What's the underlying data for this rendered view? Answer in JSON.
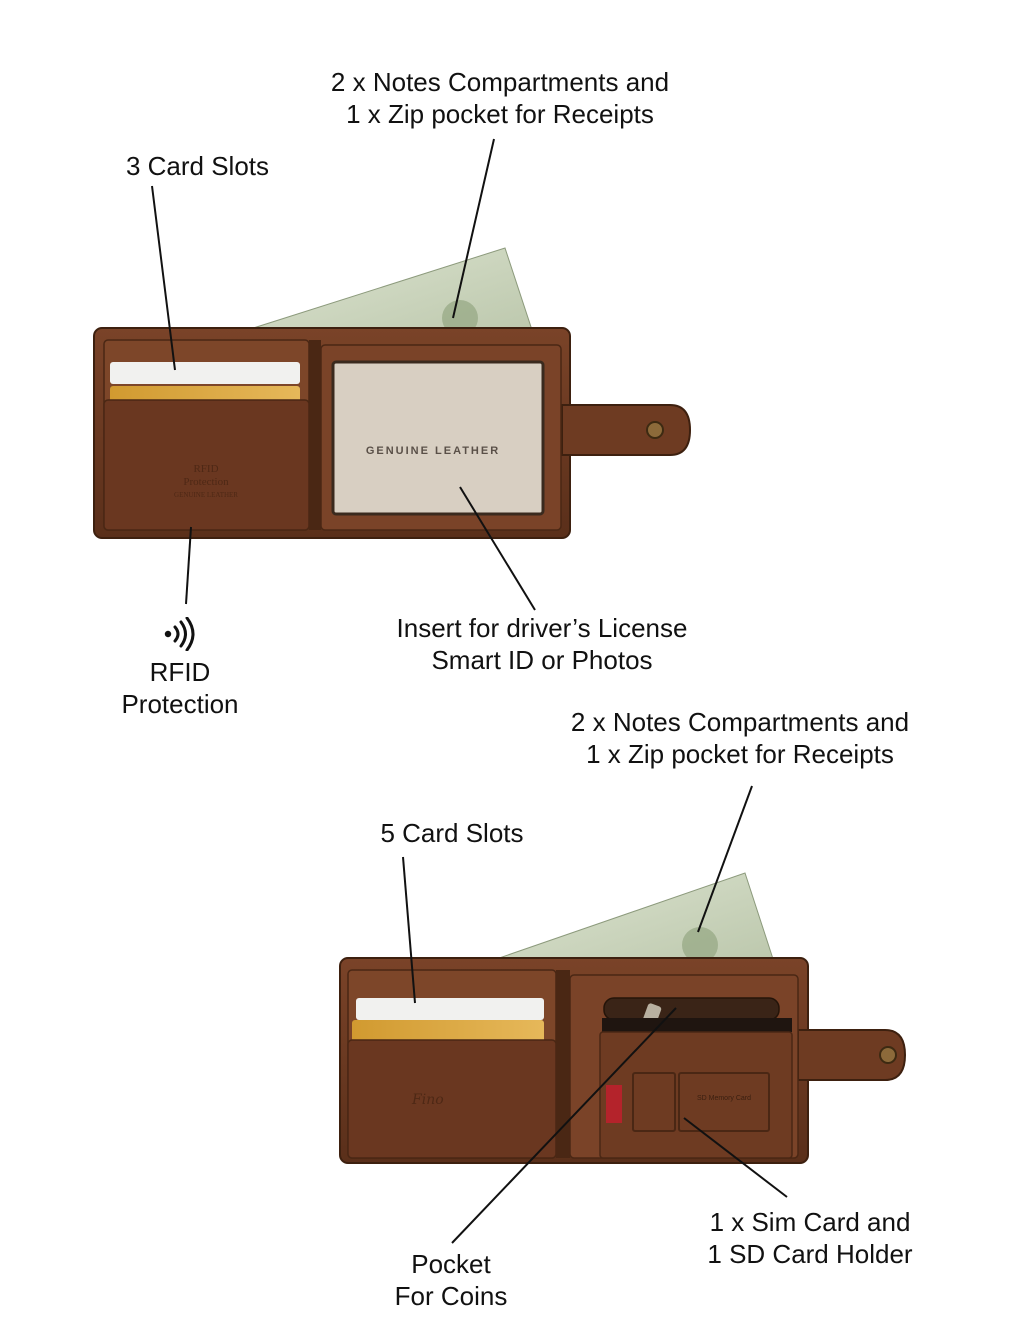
{
  "wallet_top": {
    "notes_label": [
      "2 x Notes Compartments and",
      "1 x Zip pocket for Receipts"
    ],
    "card_slots_label": "3 Card Slots",
    "rfid_label": [
      "RFID",
      "Protection"
    ],
    "id_insert_label": [
      "Insert for driver’s License",
      "Smart ID or Photos"
    ],
    "window_text": "GENUINE LEATHER",
    "rfid_emboss": [
      "RFID",
      "Protection",
      "GENUINE LEATHER"
    ]
  },
  "wallet_bottom": {
    "notes_label": [
      "2 x Notes Compartments and",
      "1 x Zip pocket for Receipts"
    ],
    "card_slots_label": "5 Card Slots",
    "coin_pocket_label": [
      "Pocket",
      "For Coins"
    ],
    "sim_label": [
      "1 x Sim Card and",
      "1 SD Card Holder"
    ],
    "brand_emboss": "Fino",
    "sd_slot_text": "SD Memory Card"
  },
  "colors": {
    "leather": "#6b3a22",
    "leather_dark": "#4a2714",
    "leather_light": "#8a5234",
    "banknote": "#c9d3bd",
    "card_gold": "#d9a43a",
    "card_white": "#f1f1ef",
    "window": "#d8cfc2"
  },
  "icons": [
    "rfid-wave-icon"
  ]
}
